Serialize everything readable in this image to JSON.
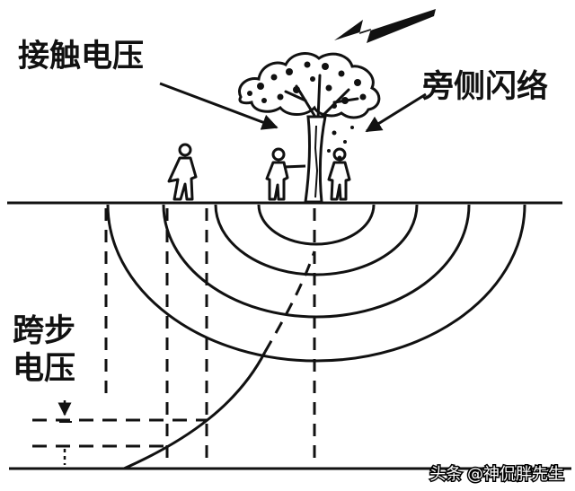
{
  "labels": {
    "contact_voltage": "接触电压",
    "side_flash": "旁侧闪络",
    "step_voltage_line1": "跨步",
    "step_voltage_line2": "电压"
  },
  "watermark": {
    "text": "头条 @神侃胖先生"
  },
  "colors": {
    "ink": "#111111",
    "background": "#ffffff"
  }
}
